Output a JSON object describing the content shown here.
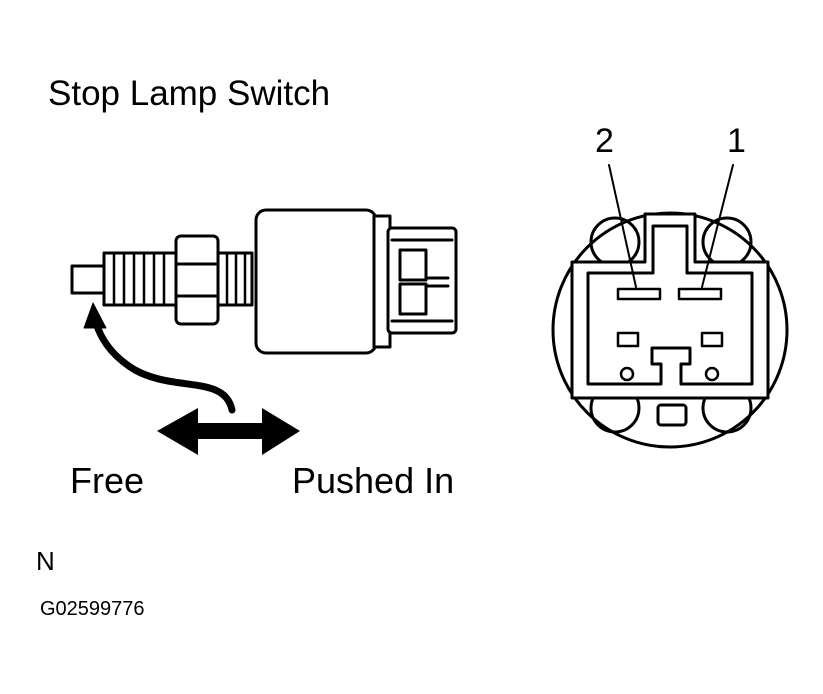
{
  "title": "Stop Lamp Switch",
  "states": {
    "free": "Free",
    "pushed_in": "Pushed In"
  },
  "connector": {
    "pin_labels": [
      "2",
      "1"
    ]
  },
  "view_code": "N",
  "figure_code": "G02599776",
  "colors": {
    "ink": "#000000",
    "paper": "#ffffff"
  }
}
